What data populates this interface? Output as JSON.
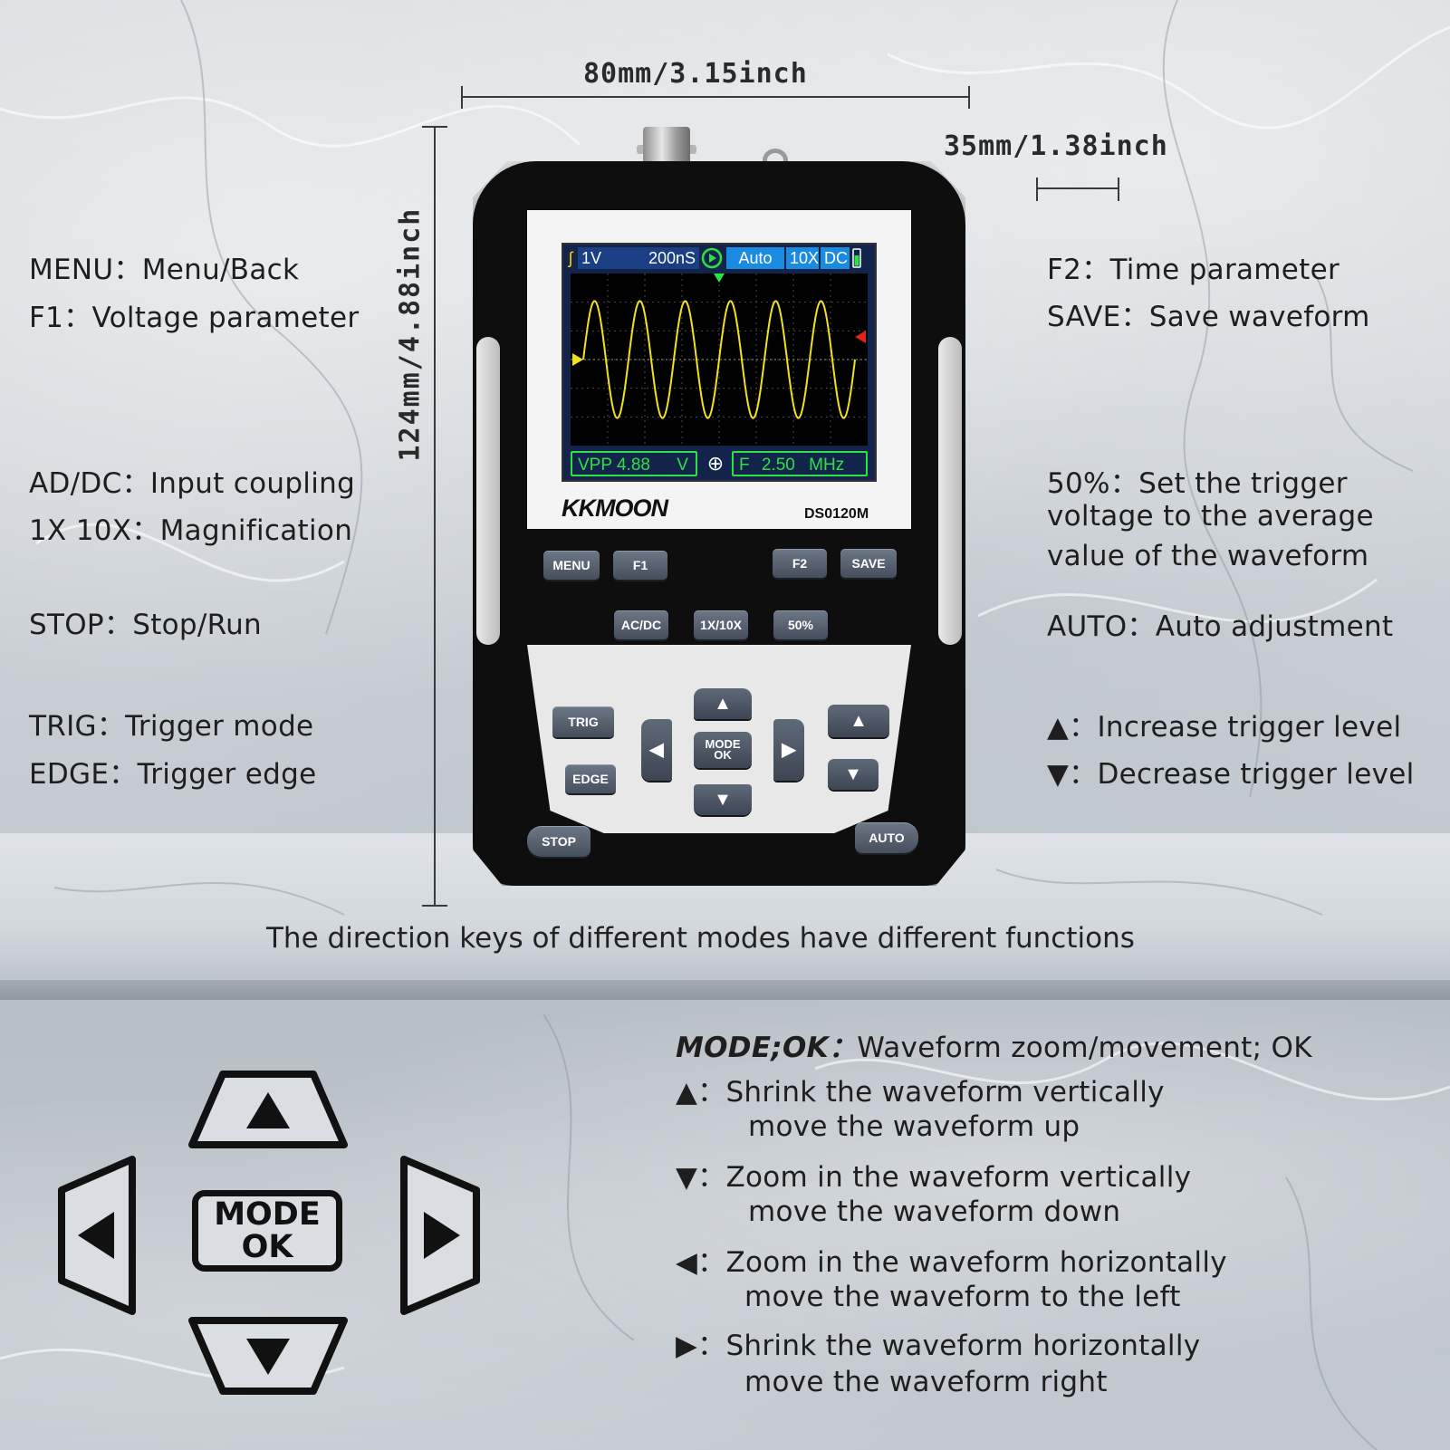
{
  "dimensions": {
    "width_label": "80mm/3.15inch",
    "height_label": "124mm/4.88inch",
    "depth_label": "35mm/1.38inch"
  },
  "left_labels": {
    "menu": {
      "key": "MENU：",
      "desc": "Menu/Back"
    },
    "f1": {
      "key": "F1：",
      "desc": "Voltage parameter"
    },
    "acdc": {
      "key": "AD/DC：",
      "desc": "Input coupling"
    },
    "mag": {
      "key": "1X 10X：",
      "desc": "Magnification"
    },
    "stop": {
      "key": "STOP：",
      "desc": "Stop/Run"
    },
    "trig": {
      "key": "TRIG：",
      "desc": "Trigger mode"
    },
    "edge": {
      "key": "EDGE：",
      "desc": "Trigger edge"
    }
  },
  "right_labels": {
    "f2": {
      "key": "F2：",
      "desc": "Time parameter"
    },
    "save": {
      "key": "SAVE：",
      "desc": "Save waveform"
    },
    "fifty": {
      "key": "50%：",
      "desc": "Set the trigger",
      "line2": "voltage to the average",
      "line3": "value of the waveform"
    },
    "auto": {
      "key": "AUTO：",
      "desc": "Auto adjustment"
    },
    "up": {
      "key": "▲：",
      "desc": "Increase trigger level"
    },
    "down": {
      "key": "▼：",
      "desc": "Decrease trigger level"
    }
  },
  "caption": "The direction keys of different modes have different functions",
  "device": {
    "brand": "KKMOON",
    "model": "DS0120M",
    "screen": {
      "volts_div": "1V",
      "time_div": "200nS",
      "trigger_mode": "Auto",
      "probe": "10X",
      "coupling": "DC",
      "vpp_label": "VPP",
      "vpp_value": "4.88",
      "vpp_unit": "V",
      "freq_label": "F",
      "freq_value": "2.50",
      "freq_unit": "MHz",
      "wave_cycles": 6
    },
    "buttons": {
      "menu": "MENU",
      "f1": "F1",
      "f2": "F2",
      "save": "SAVE",
      "acdc": "AC/DC",
      "mag": "1X/10X",
      "fifty": "50%",
      "trig": "TRIG",
      "edge": "EDGE",
      "mode_line1": "MODE",
      "mode_line2": "OK",
      "stop": "STOP",
      "auto": "AUTO"
    }
  },
  "mode_ok": {
    "title_key": "MODE;OK：",
    "title_desc": "Waveform zoom/movement; OK",
    "items": [
      {
        "key": "▲：",
        "line1": "Shrink the waveform vertically",
        "line2": "move the waveform up"
      },
      {
        "key": "▼：",
        "line1": "Zoom in the waveform vertically",
        "line2": "move the waveform down"
      },
      {
        "key": "◀：",
        "line1": "Zoom in the waveform horizontally",
        "line2": "move the waveform to the left"
      },
      {
        "key": "▶：",
        "line1": "Shrink the waveform horizontally",
        "line2": "move the waveform right"
      }
    ]
  },
  "big_keys": {
    "mode_line1": "MODE",
    "mode_line2": "OK"
  }
}
